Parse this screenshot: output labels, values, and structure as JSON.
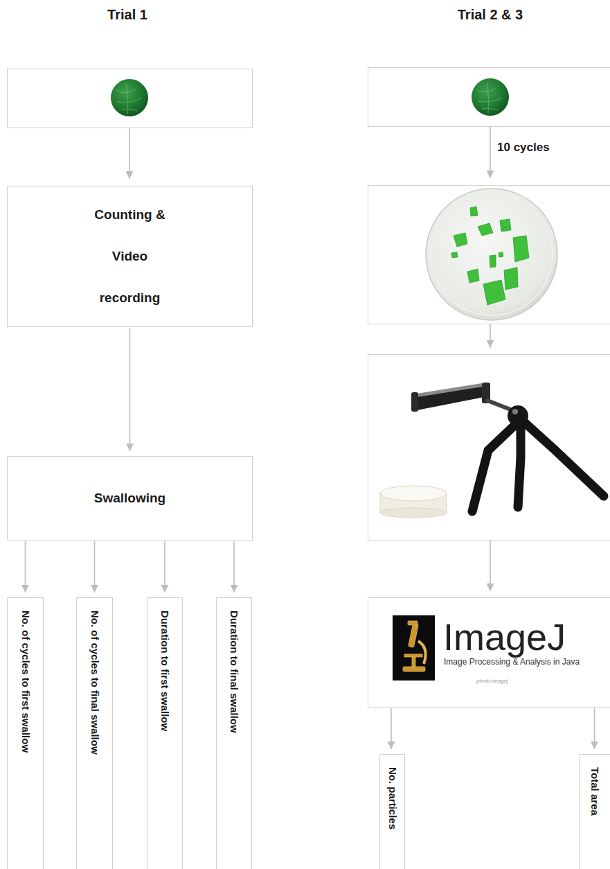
{
  "diagram": {
    "nodes": [
      {
        "text": [
          "Counting & Video recording"
        ]
      },
      {
        "text": [
          "Swallowing"
        ]
      },
      {
        "text": [
          "No. of cycles to first swallow"
        ]
      },
      {
        "text": [
          "No. of cycles to final swallow"
        ]
      },
      {
        "text": [
          "Duration to first swallow"
        ]
      },
      {
        "text": [
          "Duration to final swallow"
        ]
      },
      {
        "text": [
          "ImageJ",
          "Image Processing & Analysis in Java",
          "photo:imagej"
        ]
      },
      {
        "text": [
          "No. particles"
        ]
      },
      {
        "text": [
          "Total area"
        ]
      }
    ],
    "edges": [
      {
        "from": 0,
        "to": 1,
        "arrow": "to"
      },
      {
        "from": 1,
        "to": 2,
        "arrow": "to"
      },
      {
        "from": 1,
        "to": 3,
        "arrow": "to"
      },
      {
        "from": 1,
        "to": 4,
        "arrow": "to"
      },
      {
        "from": 1,
        "to": 5,
        "arrow": "to"
      },
      {
        "from": 6,
        "to": 7,
        "arrow": "to"
      },
      {
        "from": 6,
        "to": 8,
        "arrow": "to"
      }
    ],
    "labels": [
      "Trial 1",
      "Trial 2 & 3",
      "10 cycles"
    ]
  }
}
